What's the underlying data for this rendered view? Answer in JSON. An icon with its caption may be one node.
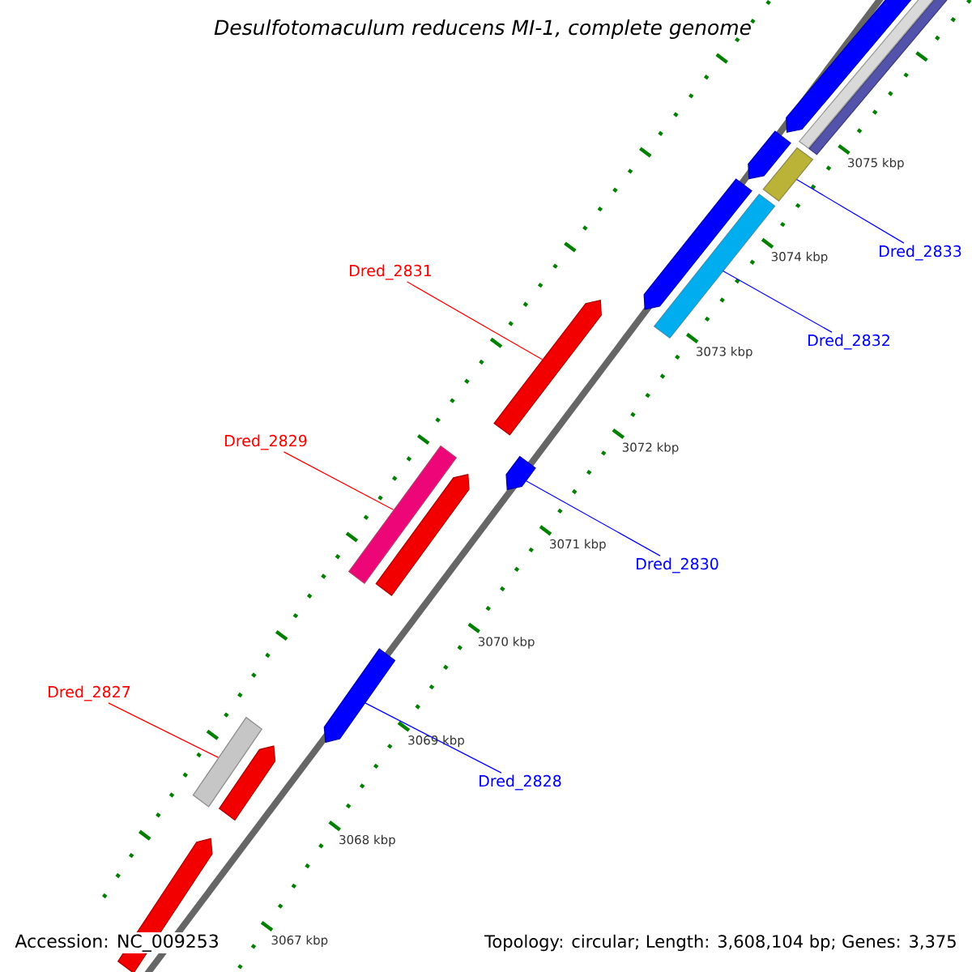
{
  "diagram": {
    "title": "*Desulfotomaculum reducens* MI-1, complete genome",
    "nodes": [
      {
        "text": [
          "Dred_2833"
        ]
      },
      {
        "text": [],
        "shape": "bar"
      },
      {
        "text": [
          "Dred_2831"
        ]
      },
      {
        "text": [],
        "shape": "arrow"
      },
      {
        "text": [
          "Dred_2832"
        ]
      },
      {
        "text": [],
        "shape": "bar"
      },
      {
        "text": [
          "Dred_2829"
        ]
      },
      {
        "text": [],
        "shape": "bar"
      },
      {
        "text": [
          "Dred_2830"
        ]
      },
      {
        "text": [],
        "shape": "arrow"
      },
      {
        "text": [
          "Dred_2827"
        ]
      },
      {
        "text": [],
        "shape": "bar"
      },
      {
        "text": [
          "Dred_2828"
        ]
      },
      {
        "text": [],
        "shape": "arrow"
      },
      {
        "text": [],
        "shape": "bar"
      },
      {
        "text": [],
        "shape": "bar"
      },
      {
        "text": [],
        "shape": "arrow"
      },
      {
        "text": [],
        "shape": "arrow"
      },
      {
        "text": [],
        "shape": "arrow"
      },
      {
        "text": [],
        "shape": "arrow"
      },
      {
        "text": [],
        "shape": "arrow"
      },
      {
        "text": [],
        "shape": "arrow"
      }
    ],
    "edges": [
      {
        "from": 0,
        "to": 1,
        "arrow": "none"
      },
      {
        "from": 2,
        "to": 3,
        "arrow": "none",
        "color": "#ff0000"
      },
      {
        "from": 4,
        "to": 5,
        "arrow": "none"
      },
      {
        "from": 6,
        "to": 7,
        "arrow": "none",
        "color": "#ff0000"
      },
      {
        "from": 8,
        "to": 9,
        "arrow": "none"
      },
      {
        "from": 10,
        "to": 11,
        "arrow": "none",
        "color": "#ff0000"
      },
      {
        "from": 12,
        "to": 13,
        "arrow": "none"
      }
    ],
    "labels": [
      "3075 kbp",
      "3074 kbp",
      "3073 kbp",
      "3072 kbp",
      "3071 kbp",
      "3070 kbp",
      "3069 kbp",
      "3068 kbp",
      "3067 kbp",
      "Accession: NC_009253",
      "Topology: circular; Length: 3,608,104 bp; Genes: 3,375"
    ]
  }
}
